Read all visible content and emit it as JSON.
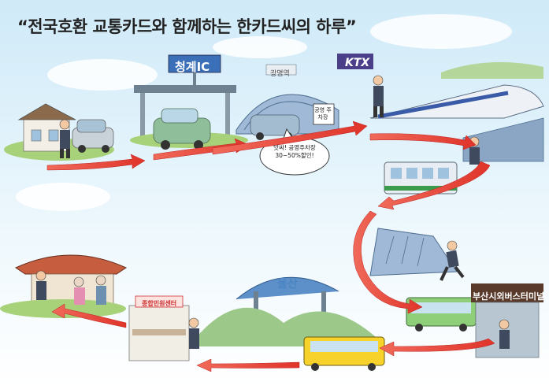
{
  "title": "“전국호환 교통카드와 함께하는 한카드씨의 하루”",
  "signs": {
    "highway_ic": "청계IC",
    "gwangmyeong_station": "광명역",
    "ktx_logo": "KTX",
    "parking": "공영 주차장",
    "station_right": "",
    "busan_terminal": "부산시외버스터미널",
    "ulsan_gate": "울산",
    "service_center": "종합민원센터"
  },
  "speech_bubble": "앗싸! 공영주차장 30~50%할인!",
  "colors": {
    "route_arrow": "#e53935",
    "sky": "#bfe3f7",
    "grass": "#9ccc65"
  }
}
